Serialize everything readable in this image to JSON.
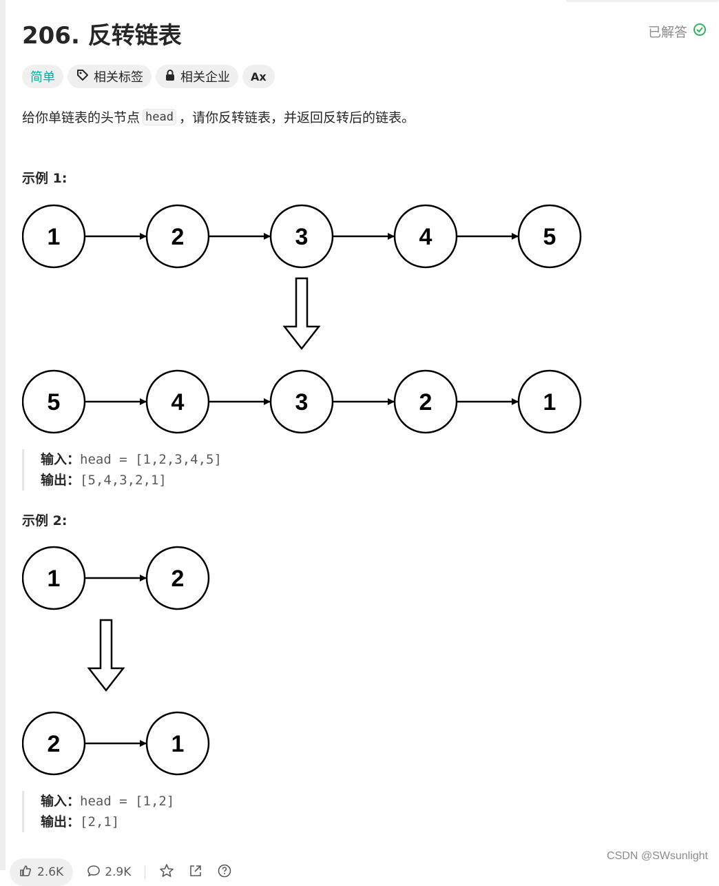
{
  "problem": {
    "title": "206. 反转链表",
    "status": "已解答",
    "tags": [
      "简单",
      "相关标签",
      "相关企业",
      "Ax"
    ],
    "description": {
      "before": "给你单链表的头节点",
      "code": "head",
      "after": "，请你反转链表，并返回反转后的链表。"
    }
  },
  "examples": [
    {
      "title": "示例 1:",
      "before_nodes": [
        "1",
        "2",
        "3",
        "4",
        "5"
      ],
      "after_nodes": [
        "5",
        "4",
        "3",
        "2",
        "1"
      ],
      "input_label": "输入：",
      "input_value": "head = [1,2,3,4,5]",
      "output_label": "输出：",
      "output_value": "[5,4,3,2,1]"
    },
    {
      "title": "示例 2:",
      "before_nodes": [
        "1",
        "2"
      ],
      "after_nodes": [
        "2",
        "1"
      ],
      "input_label": "输入：",
      "input_value": "head = [1,2]",
      "output_label": "输出：",
      "output_value": "[2,1]"
    }
  ],
  "bottom_bar": {
    "likes": "2.6K",
    "comments": "2.9K"
  },
  "watermark": "CSDN @SWsunlight",
  "colors": {
    "easy": "#00af9b",
    "solved": "#2db55d",
    "text": "#262626",
    "muted": "#8c8c8c"
  }
}
